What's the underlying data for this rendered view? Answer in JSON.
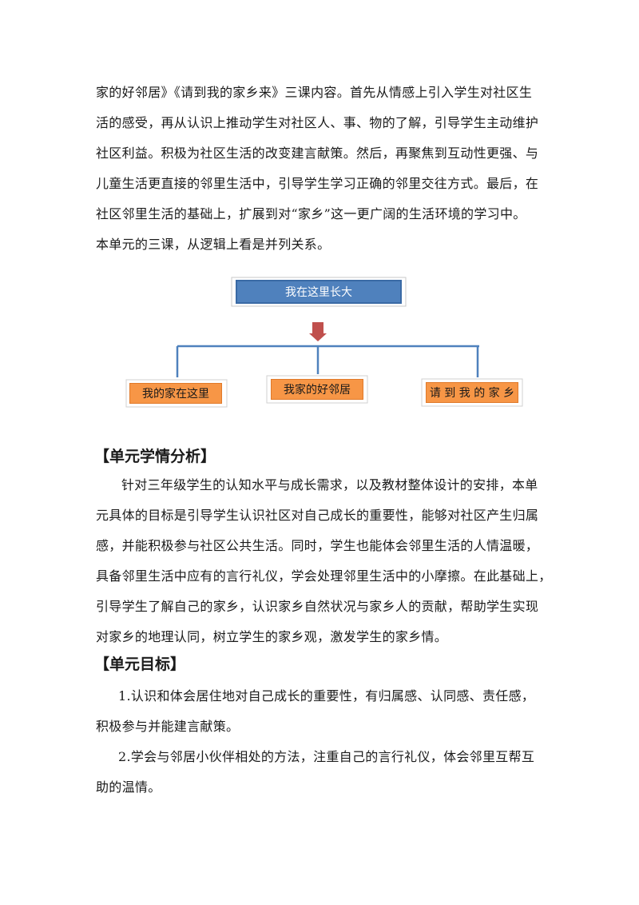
{
  "intro_paragraph": {
    "lines": [
      "家的好邻居》《请到我的家乡来》三课内容。首先从情感上引入学生对社区生",
      "活的感受，再从认识上推动学生对社区人、事、物的了解，引导学生主动维护",
      "社区利益。积极为社区生活的改变建言献策。然后，再聚焦到互动性更强、与",
      "儿童生活更直接的邻里生活中，引导学生学习正确的邻里交往方式。最后，在",
      "社区邻里生活的基础上，扩展到对“家乡”这一更广阔的生活环境的学习中。",
      "本单元的三课，从逻辑上看是并列关系。"
    ]
  },
  "diagram": {
    "root": "我在这里长大",
    "children": [
      "我的家在这里",
      "我家的好邻居",
      "请 到 我 的 家 乡"
    ],
    "colors": {
      "root": "#4f81bd",
      "child": "#f79646",
      "arrow": "#c0504d",
      "line": "#4f81bd"
    }
  },
  "section_analysis": {
    "title": "【单元学情分析】",
    "lines": [
      "针对三年级学生的认知水平与成长需求，以及教材整体设计的安排，本单",
      "元具体的目标是引导学生认识社区对自己成长的重要性，能够对社区产生归属",
      "感，并能积极参与社区公共生活。同时，学生也能体会邻里生活的人情温暖，",
      "具备邻里生活中应有的言行礼仪，学会处理邻里生活中的小摩擦。在此基础上，",
      "引导学生了解自己的家乡，认识家乡自然状况与家乡人的贡献，帮助学生实现",
      "对家乡的地理认同，树立学生的家乡观，激发学生的家乡情。"
    ]
  },
  "section_goals": {
    "title": "【单元目标】",
    "goal1_lines": [
      "1.认识和体会居住地对自己成长的重要性，有归属感、认同感、责任感，",
      "积极参与并能建言献策。"
    ],
    "goal2_lines": [
      "2.学会与邻居小伙伴相处的方法，注重自己的言行礼仪，体会邻里互帮互",
      "助的温情。"
    ]
  }
}
